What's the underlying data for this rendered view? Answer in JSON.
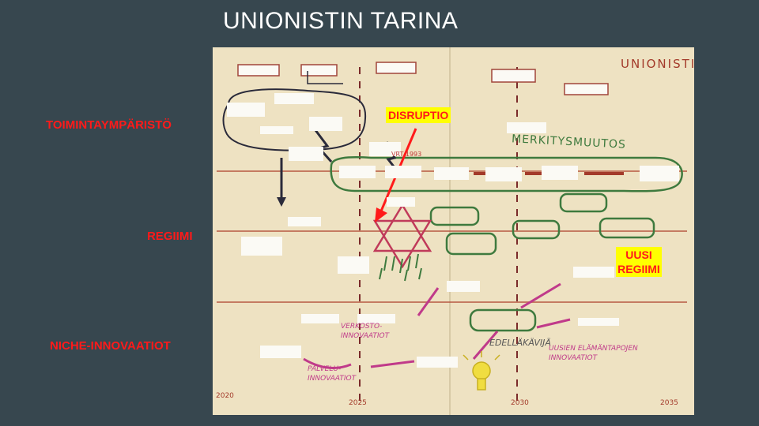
{
  "slide": {
    "title": "UNIONISTIN TARINA",
    "background_color": "#37474f",
    "label_color": "#ff1a1a",
    "side_labels": [
      "TOIMINTAYMPÄRISTÖ",
      "REGIIMI",
      "NICHE-INNOVAATIOT"
    ],
    "callouts": {
      "disruption": "DISRUPTIO",
      "new_regime_line1": "UUSI",
      "new_regime_line2": "REGIIMI"
    }
  },
  "board": {
    "corner_title": "UNIONISTI",
    "theme_change": "MERKITYSMUUTOS",
    "year_note": "VRT 1993",
    "innovation_labels": {
      "tool": "VERKOSTO- INNOVAATIOT",
      "service": "PALVELU- INNOVAATIOT",
      "pioneer": "EDELLÄKÄVIJÄ",
      "lifestyle": "UUSIEN ELÄMÄNTAPOJEN INNOVAATIOT"
    },
    "years": [
      "2020",
      "2025",
      "2030",
      "2035"
    ]
  }
}
